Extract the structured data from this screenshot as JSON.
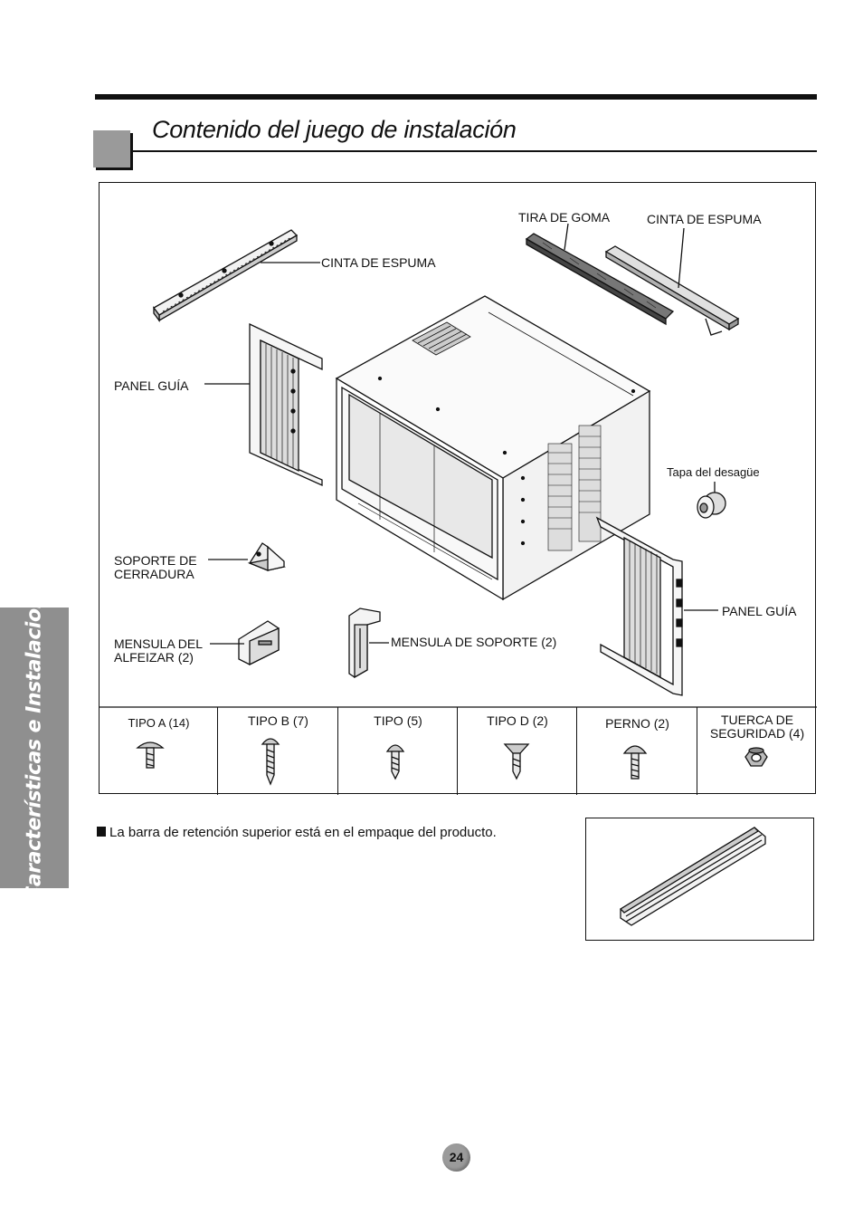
{
  "header": {
    "title": "Contenido del juego de instalación"
  },
  "sidebar": {
    "section_label": "Características e Instalacion"
  },
  "diagram": {
    "labels": {
      "cinta_espuma_left": "CINTA DE ESPUMA",
      "tira_goma": "TIRA DE GOMA",
      "cinta_espuma_right": "CINTA DE ESPUMA",
      "panel_guia_left": "PANEL GUÍA",
      "tapa_desague": "Tapa del desagüe",
      "soporte_cerradura": "SOPORTE DE\nCERRADURA",
      "panel_guia_right": "PANEL GUÍA",
      "mensula_alfeizar": "MENSULA DEL\nALFEIZAR (2)",
      "mensula_soporte": "MENSULA DE SOPORTE (2)"
    }
  },
  "screws": [
    {
      "label": "TIPO A (14)",
      "icon": "pan-head-screw-icon"
    },
    {
      "label": "TIPO B (7)",
      "icon": "long-pan-screw-icon"
    },
    {
      "label": "TIPO (5)",
      "icon": "round-head-screw-icon"
    },
    {
      "label": "TIPO D (2)",
      "icon": "flat-head-screw-icon"
    },
    {
      "label": "PERNO  (2)",
      "icon": "bolt-icon"
    },
    {
      "label": "TUERCA DE\nSEGURIDAD (4)",
      "icon": "lock-nut-icon"
    }
  ],
  "note": {
    "text": "La barra de retención superior está en el empaque del producto."
  },
  "footer": {
    "page_number": "24"
  }
}
